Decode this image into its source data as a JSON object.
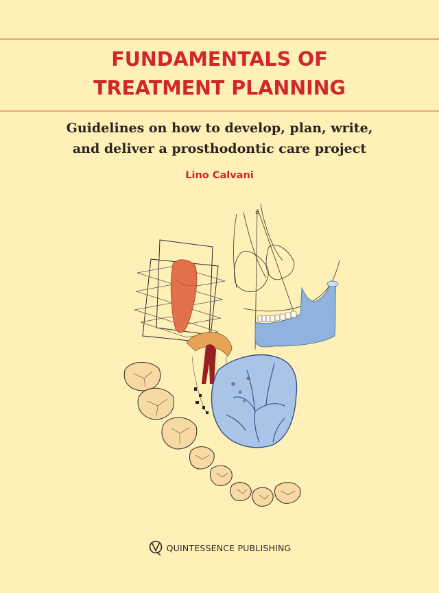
{
  "cover": {
    "title_line1": "FUNDAMENTALS OF",
    "title_line2": "TREATMENT PLANNING",
    "subtitle_line1": "Guidelines on how to develop, plan, write,",
    "subtitle_line2": "and deliver a prosthodontic care project",
    "author": "Lino Calvani",
    "publisher": "QUINTESSENCE PUBLISHING",
    "illustration": "dental-anatomy-illustration",
    "publisher_logo": "quintessence-logo-icon"
  },
  "colors": {
    "background": "#FEF0B6",
    "accent_red": "#D0262C",
    "rule": "#E8A57C",
    "text_dark": "#2B2420",
    "jaw_blue": "#7FA8D6",
    "tooth_orange": "#E2714A"
  }
}
